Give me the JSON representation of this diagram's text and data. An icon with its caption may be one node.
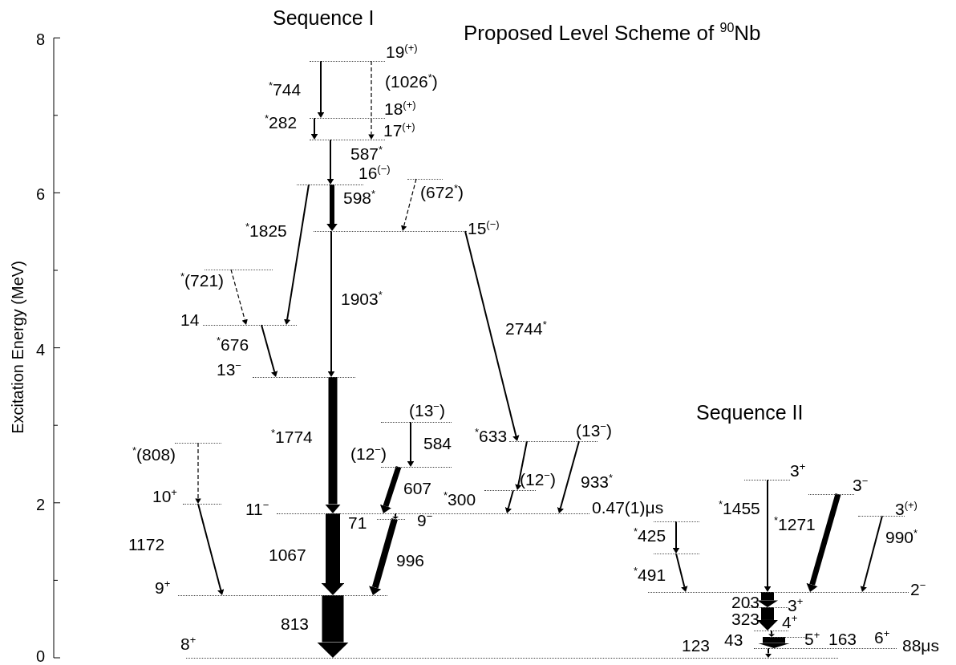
{
  "diagram": {
    "title": "Proposed Level Scheme of $^{90}$Nb",
    "nodes": [
      {
        "text": [
          "19$^{(+)}$"
        ]
      },
      {
        "text": [
          "18$^{(+)}$"
        ]
      },
      {
        "text": [
          "17$^{(+)}$"
        ]
      },
      {
        "text": [
          "16$^{(−)}$"
        ]
      },
      {
        "text": [],
        "shape": "bar"
      },
      {
        "text": [
          "15$^{(−)}$"
        ]
      },
      {
        "text": [],
        "shape": "bar"
      },
      {
        "text": [
          "14"
        ]
      },
      {
        "text": [
          "13$^{−}$"
        ]
      },
      {
        "text": [
          "(13$^{−}$)"
        ]
      },
      {
        "text": [],
        "shape": "bar"
      },
      {
        "text": [
          "(12$^{−}$)"
        ]
      },
      {
        "text": [
          "(13$^{−}$)"
        ]
      },
      {
        "text": [
          "(12$^{−}$)"
        ]
      },
      {
        "text": [
          "10$^{+}$"
        ]
      },
      {
        "text": [
          "11$^{−}$"
        ],
        "beside": [
          "0.47(1)μs"
        ]
      },
      {
        "text": [
          "9$^{−}$"
        ]
      },
      {
        "text": [
          "9$^{+}$"
        ]
      },
      {
        "text": [
          "8$^{+}$"
        ]
      },
      {
        "text": [
          "3$^{+}$"
        ]
      },
      {
        "text": [
          "3$^{−}$"
        ]
      },
      {
        "text": [
          "3$^{(+)}$"
        ]
      },
      {
        "text": [],
        "shape": "bar"
      },
      {
        "text": [],
        "shape": "bar"
      },
      {
        "text": [
          "2$^{−}$"
        ]
      },
      {
        "text": [
          "3$^{+}$"
        ]
      },
      {
        "text": [
          "4$^{+}$"
        ]
      },
      {
        "text": [
          "5$^{+}$"
        ]
      },
      {
        "text": [
          "6$^{+}$"
        ],
        "beside": [
          "88μs"
        ]
      }
    ],
    "edges": [
      {
        "from": 0,
        "to": 1,
        "arrow": "to",
        "label": "$^{*}$744"
      },
      {
        "from": 0,
        "to": 2,
        "arrow": "to",
        "label": "(1026$^{*}$)",
        "style": "dashed"
      },
      {
        "from": 1,
        "to": 2,
        "arrow": "to",
        "label": "$^{*}$282"
      },
      {
        "from": 2,
        "to": 3,
        "arrow": "to",
        "label": "587$^{*}$"
      },
      {
        "from": 3,
        "to": 5,
        "arrow": "to",
        "label": "598$^{*}$",
        "style": "thick"
      },
      {
        "from": 4,
        "to": 5,
        "arrow": "to",
        "label": "(672$^{*}$)",
        "style": "dashed"
      },
      {
        "from": 3,
        "to": 7,
        "arrow": "to",
        "label": "$^{*}$1825"
      },
      {
        "from": 5,
        "to": 8,
        "arrow": "to",
        "label": "1903$^{*}$"
      },
      {
        "from": 6,
        "to": 7,
        "arrow": "to",
        "label": "$^{*}$(721)",
        "style": "dashed"
      },
      {
        "from": 7,
        "to": 8,
        "arrow": "to",
        "label": "$^{*}$676"
      },
      {
        "from": 8,
        "to": 15,
        "arrow": "to",
        "label": "$^{*}$1774",
        "style": "thick"
      },
      {
        "from": 5,
        "to": 12,
        "arrow": "to",
        "label": "2744$^{*}$"
      },
      {
        "from": 9,
        "to": 11,
        "arrow": "to",
        "label": "584"
      },
      {
        "from": 11,
        "to": 15,
        "arrow": "to",
        "label": "607",
        "style": "thick"
      },
      {
        "from": 12,
        "to": 13,
        "arrow": "to",
        "label": "$^{*}$633"
      },
      {
        "from": 13,
        "to": 15,
        "arrow": "to",
        "label": "$^{*}$300"
      },
      {
        "from": 12,
        "to": 15,
        "arrow": "to",
        "label": "933$^{*}$"
      },
      {
        "from": 10,
        "to": 14,
        "arrow": "to",
        "label": "$^{*}$(808)",
        "style": "dashed"
      },
      {
        "from": 14,
        "to": 17,
        "arrow": "to",
        "label": "1172"
      },
      {
        "from": 15,
        "to": 17,
        "arrow": "to",
        "label": "1067",
        "style": "thick"
      },
      {
        "from": 15,
        "to": 16,
        "arrow": "to",
        "label": "71"
      },
      {
        "from": 16,
        "to": 17,
        "arrow": "to",
        "label": "996",
        "style": "thick"
      },
      {
        "from": 17,
        "to": 18,
        "arrow": "to",
        "label": "813",
        "style": "thick"
      },
      {
        "from": 22,
        "to": 23,
        "arrow": "to",
        "label": "$^{*}$425"
      },
      {
        "from": 23,
        "to": 24,
        "arrow": "to",
        "label": "$^{*}$491"
      },
      {
        "from": 19,
        "to": 24,
        "arrow": "to",
        "label": "$^{*}$1455"
      },
      {
        "from": 20,
        "to": 24,
        "arrow": "to",
        "label": "$^{*}$1271",
        "style": "thick"
      },
      {
        "from": 21,
        "to": 24,
        "arrow": "to",
        "label": "990$^{*}$"
      },
      {
        "from": 24,
        "to": 25,
        "arrow": "to",
        "label": "203",
        "style": "thick"
      },
      {
        "from": 25,
        "to": 26,
        "arrow": "to",
        "label": "323",
        "style": "thick"
      },
      {
        "from": 26,
        "to": 27,
        "arrow": "to",
        "label": "43"
      },
      {
        "from": 27,
        "to": 28,
        "arrow": "to",
        "label": "123",
        "style": "thick"
      },
      {
        "from": 28,
        "to": 18,
        "arrow": "to"
      }
    ],
    "labels": [
      "Sequence I",
      "8",
      "6",
      "Excitation Energy (MeV)",
      "4",
      "2",
      "Sequence II",
      "163",
      "0"
    ]
  }
}
